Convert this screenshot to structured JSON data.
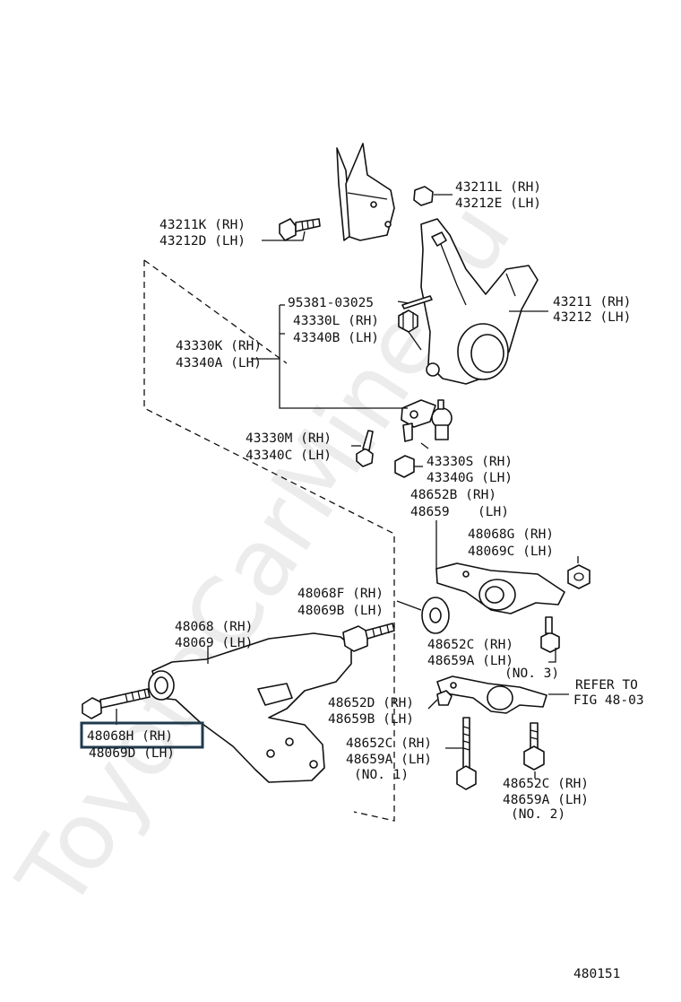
{
  "watermark": "ToyotaCarMine.ru",
  "figure_number": "480151",
  "highlighted_part": "48068H (RH)",
  "labels": {
    "p43211L": "43211L (RH)",
    "p43212E": "43212E (LH)",
    "p43211K": "43211K (RH)",
    "p43212D": "43212D (LH)",
    "p95381": "95381-03025",
    "p43330L": "43330L (RH)",
    "p43340B": "43340B (LH)",
    "p43211": "43211 (RH)",
    "p43212": "43212 (LH)",
    "p43330K": "43330K (RH)",
    "p43340A": "43340A (LH)",
    "p43330M": "43330M (RH)",
    "p43340C": "43340C (LH)",
    "p43330S": "43330S (RH)",
    "p43340G": "43340G (LH)",
    "p48652B": "48652B (RH)",
    "p48659": "48659",
    "p48659lh": "(LH)",
    "p48068G": "48068G (RH)",
    "p48069C": "48069C (LH)",
    "p48068F": "48068F (RH)",
    "p48069B": "48069B (LH)",
    "p48068": "48068 (RH)",
    "p48069": "48069 (LH)",
    "p48652C_3": "48652C (RH)",
    "p48659A_3": "48659A (LH)",
    "no3": "(NO. 3)",
    "refer_to": "REFER TO",
    "fig": "FIG 48-03",
    "p48068H": "48068H (RH)",
    "p48069D": "48069D (LH)",
    "p48652D": "48652D (RH)",
    "p48659B": "48659B (LH)",
    "p48652C_1": "48652C (RH)",
    "p48659A_1": "48659A (LH)",
    "no1": "(NO. 1)",
    "p48652C_2": "48652C (RH)",
    "p48659A_2": "48659A (LH)",
    "no2": "(NO. 2)"
  }
}
